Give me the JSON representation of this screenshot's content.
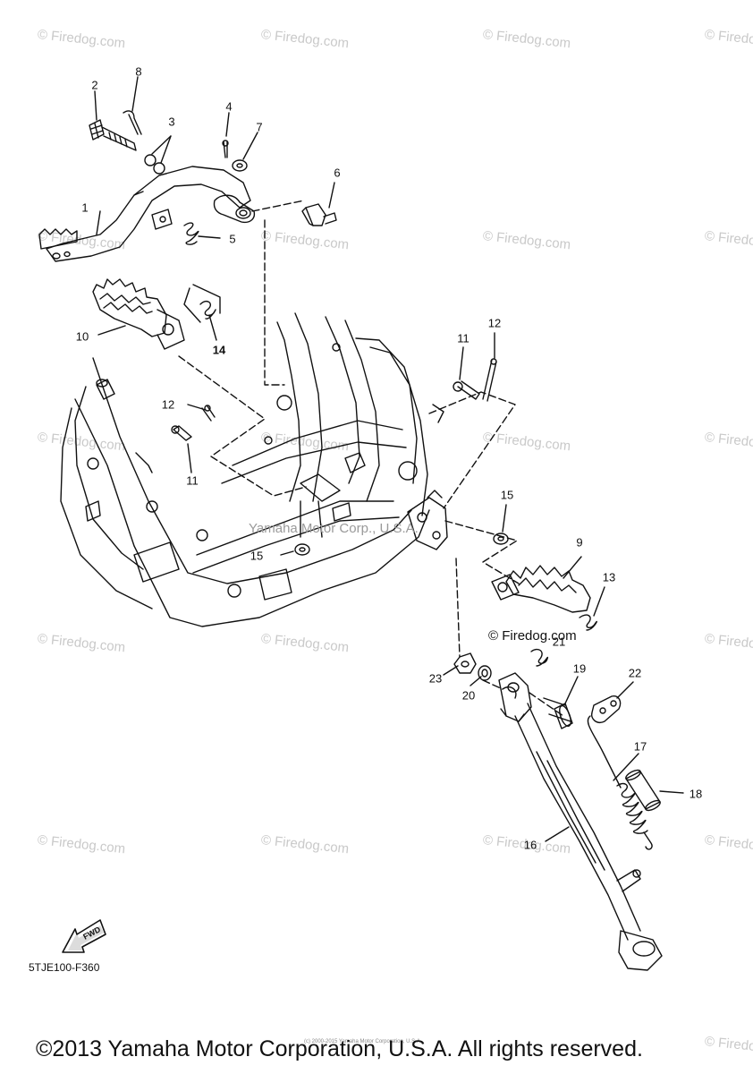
{
  "watermark_text": "© Firedog.com",
  "watermark_text_inner": "© Firedog.com",
  "inner_watermark": "Yamaha Motor Corp., U.S.A.",
  "callouts": {
    "c1": "1",
    "c2": "2",
    "c3": "3",
    "c4": "4",
    "c5": "5",
    "c6": "6",
    "c7": "7",
    "c8": "8",
    "c9": "9",
    "c10": "10",
    "c11a": "11",
    "c11b": "11",
    "c12a": "12",
    "c12b": "12",
    "c13": "13",
    "c14": "14",
    "c15a": "15",
    "c15b": "15",
    "c16": "16",
    "c17": "17",
    "c18": "18",
    "c19": "19",
    "c20": "20",
    "c21": "21",
    "c22": "22",
    "c23": "23"
  },
  "fwd_label": "FWD",
  "diagram_code": "5TJE100-F360",
  "small_copyright": "(c) 2000-2015 Yamaha Motor Corporation, U.S.A.",
  "copyright": "©2013 Yamaha Motor Corporation, U.S.A. All rights reserved.",
  "colors": {
    "line": "#111111",
    "watermark": "#c9c9c9",
    "background": "#ffffff"
  }
}
